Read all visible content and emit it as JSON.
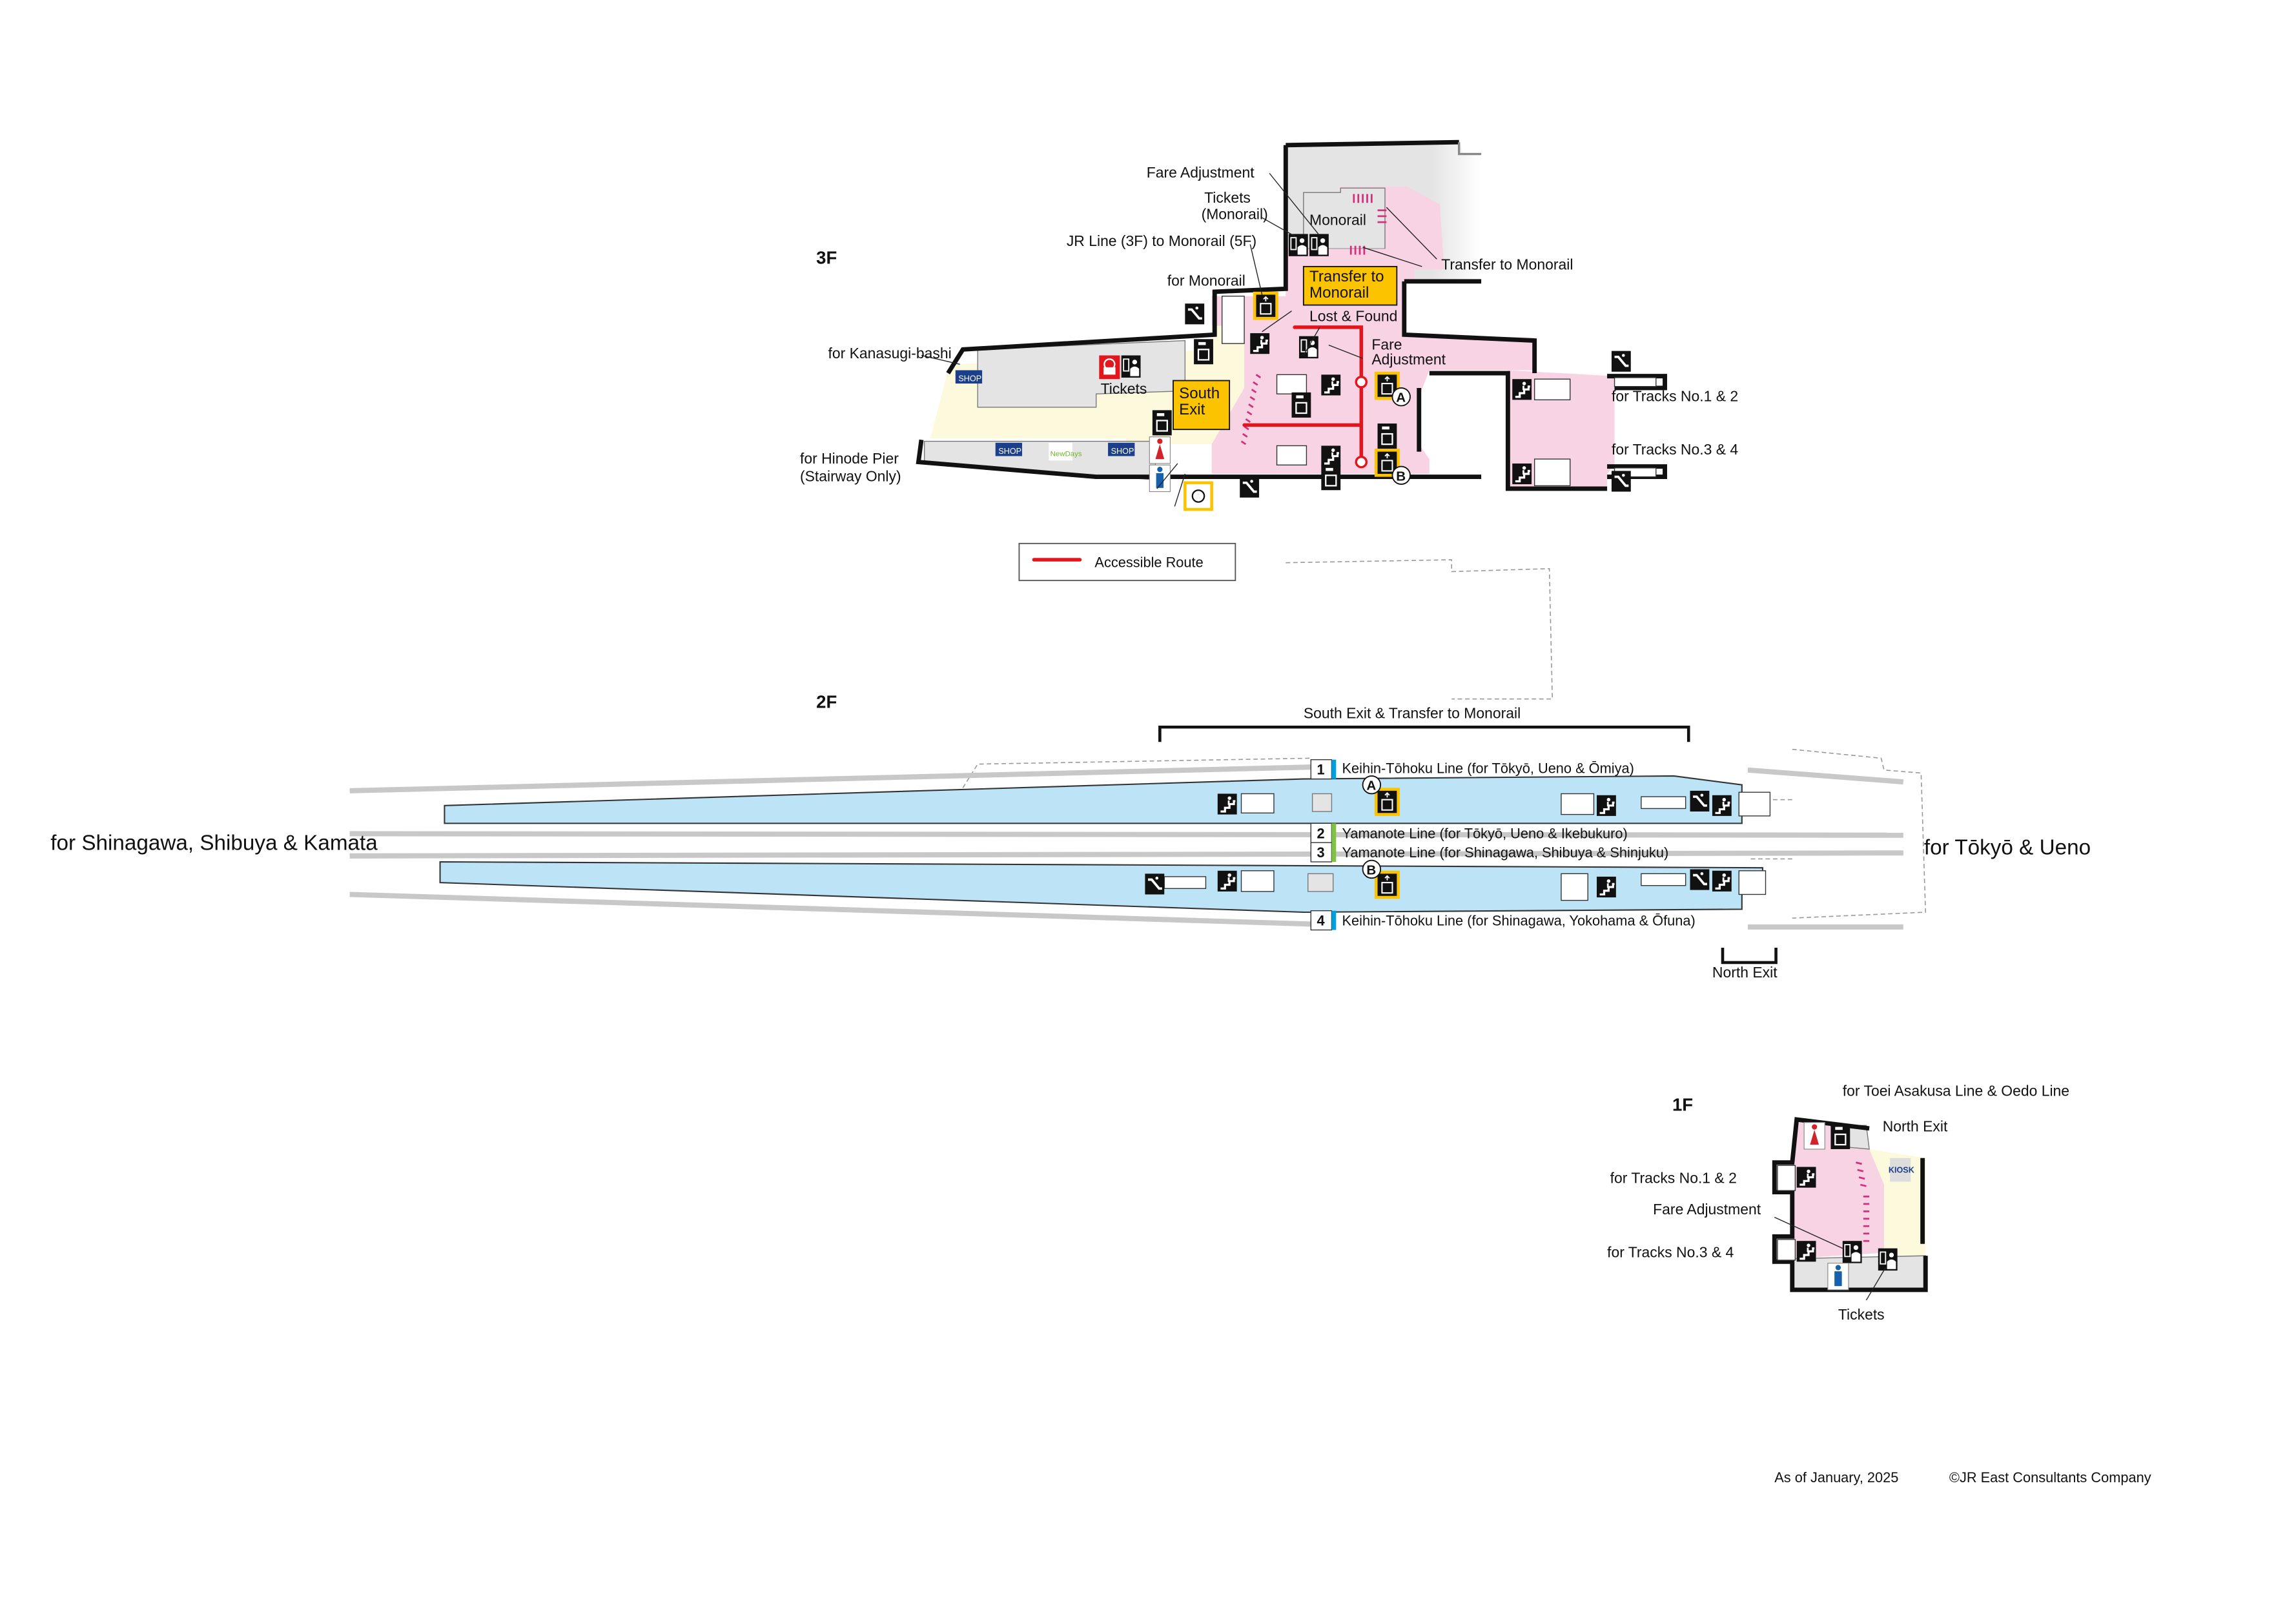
{
  "colors": {
    "concourse_pink": "#f8d3e4",
    "public_cream": "#fdf9dc",
    "platform_blue": "#bde3f7",
    "accessible_route": "#e3161e",
    "highlight_yellow": "#fcc400",
    "track_grey": "#c8c8c8",
    "keihin_tohoku_line": "#00a0de",
    "yamanote_line": "#80c241"
  },
  "floors": {
    "f3": {
      "label": "3F",
      "labels": {
        "fare_adjustment_top": "Fare Adjustment",
        "tickets_monorail_1": "Tickets",
        "tickets_monorail_2": "(Monorail)",
        "jr_to_monorail": "JR Line (3F) to Monorail (5F)",
        "monorail": "Monorail",
        "transfer_to_monorail_right": "Transfer to Monorail",
        "for_monorail": "for Monorail",
        "transfer_box_1": "Transfer to",
        "transfer_box_2": "Monorail",
        "lost_found": "Lost & Found",
        "fare_adj_mid_1": "Fare",
        "fare_adj_mid_2": "Adjustment",
        "for_kanasugi": "for Kanasugi-bashi",
        "tickets": "Tickets",
        "south_exit_1": "South",
        "south_exit_2": "Exit",
        "for_tracks_12": "for Tracks No.1 & 2",
        "for_tracks_34": "for Tracks No.3 & 4",
        "for_hinode_1": "for Hinode Pier",
        "for_hinode_2": "(Stairway Only)",
        "shop": "SHOP",
        "newdays": "NewDays",
        "elevator_a": "A",
        "elevator_b": "B"
      }
    },
    "legend": {
      "accessible_route": "Accessible Route"
    },
    "f2": {
      "label": "2F",
      "south_exit_transfer": "South Exit & Transfer to Monorail",
      "north_exit": "North Exit",
      "for_west": "for Shinagawa, Shibuya & Kamata",
      "for_east": "for Tōkyō & Ueno",
      "elevator_a": "A",
      "elevator_b": "B",
      "tracks": [
        {
          "number": "1",
          "line": "Keihin-Tōhoku Line (for Tōkyō, Ueno & Ōmiya)",
          "color": "#00a0de"
        },
        {
          "number": "2",
          "line": "Yamanote Line (for Tōkyō, Ueno & Ikebukuro)",
          "color": "#80c241"
        },
        {
          "number": "3",
          "line": "Yamanote Line (for Shinagawa, Shibuya & Shinjuku)",
          "color": "#80c241"
        },
        {
          "number": "4",
          "line": "Keihin-Tōhoku Line (for Shinagawa, Yokohama & Ōfuna)",
          "color": "#00a0de"
        }
      ]
    },
    "f1": {
      "label": "1F",
      "for_toei": "for Toei Asakusa Line & Oedo Line",
      "north_exit": "North Exit",
      "for_tracks_12": "for Tracks No.1 & 2",
      "fare_adjustment": "Fare Adjustment",
      "for_tracks_34": "for Tracks No.3 & 4",
      "tickets": "Tickets",
      "kiosk": "KIOSK"
    }
  },
  "footer": {
    "as_of": "As of January, 2025",
    "copyright": "©JR East Consultants Company"
  }
}
